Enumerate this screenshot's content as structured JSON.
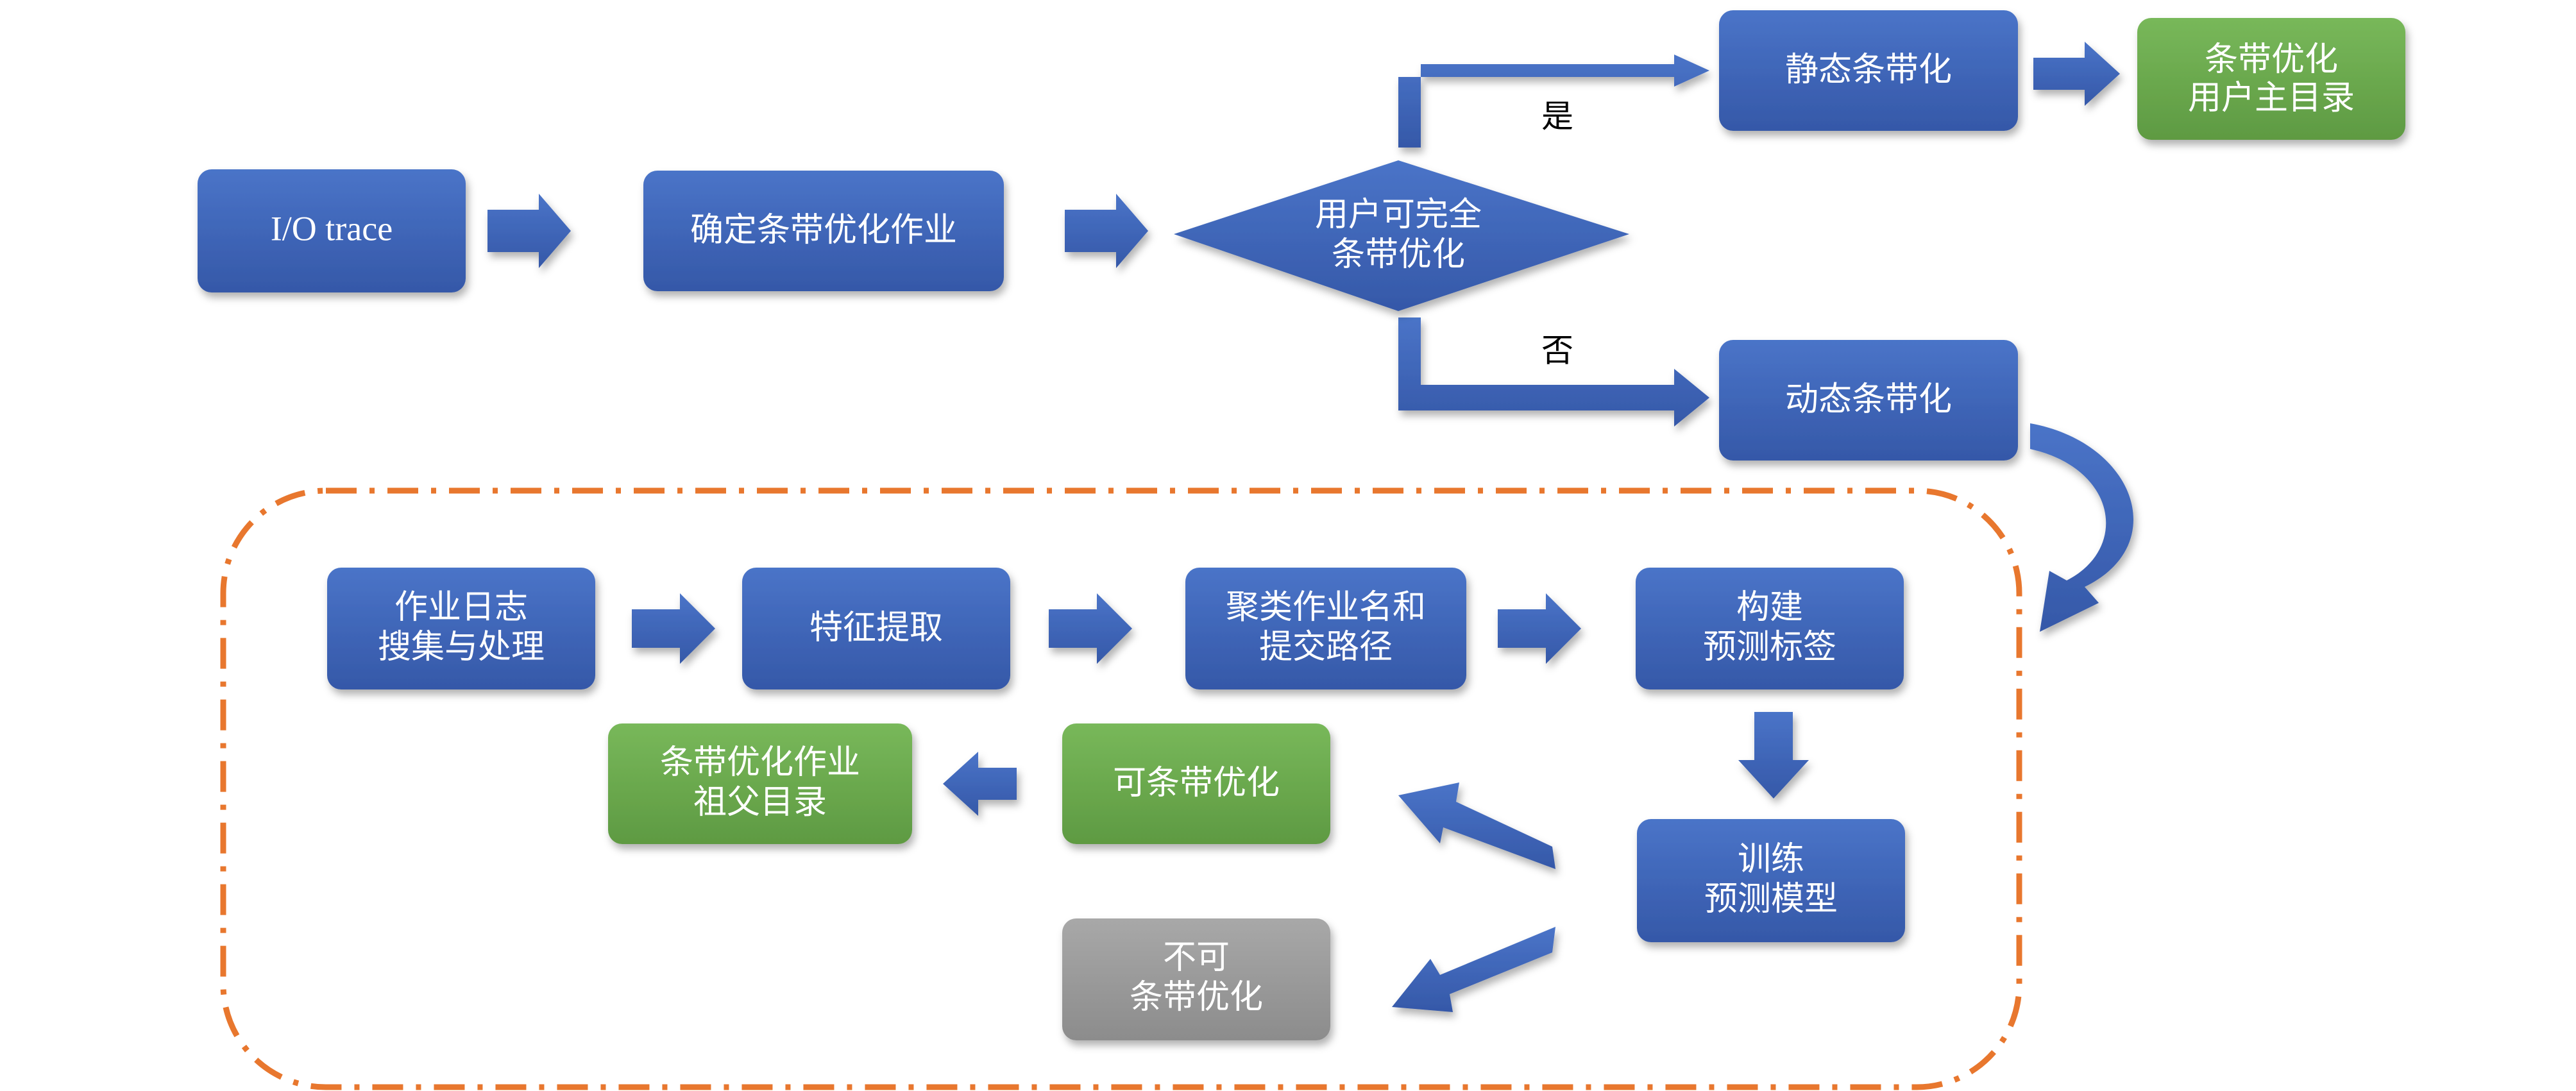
{
  "colors": {
    "process": "#3f64b4",
    "result": "#6aa84f",
    "negative": "#9a9a9a",
    "arrow": "#3f64b4",
    "region_border": "#e8772e"
  },
  "nodes": {
    "io_trace": "I/O trace",
    "determine_jobs": "确定条带优化作业",
    "decision": [
      "用户可完全",
      "条带优化"
    ],
    "static_striping": "静态条带化",
    "home_dir": [
      "条带优化",
      "用户主目录"
    ],
    "dynamic_striping": "动态条带化",
    "log_collect": [
      "作业日志",
      "搜集与处理"
    ],
    "feature_extract": "特征提取",
    "cluster": [
      "聚类作业名和",
      "提交路径"
    ],
    "build_labels": [
      "构建",
      "预测标签"
    ],
    "train_model": [
      "训练",
      "预测模型"
    ],
    "stripeable": "可条带优化",
    "parent_dir": [
      "条带优化作业",
      "祖父目录"
    ],
    "not_stripeable": [
      "不可",
      "条带优化"
    ]
  },
  "edge_labels": {
    "yes": "是",
    "no": "否"
  }
}
